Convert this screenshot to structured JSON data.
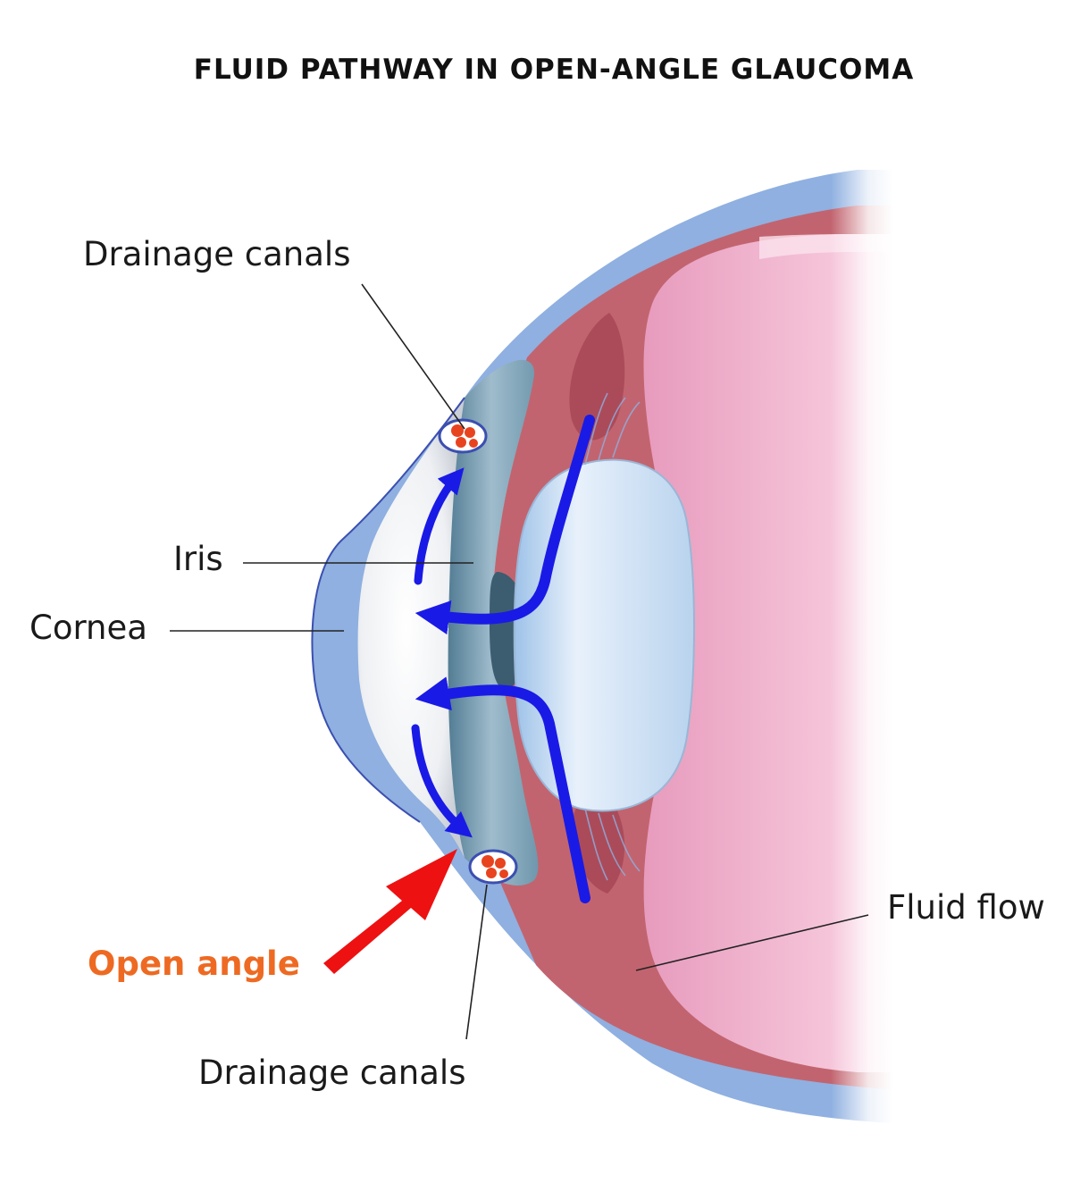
{
  "title": "FLUID PATHWAY IN OPEN-ANGLE GLAUCOMA",
  "labels": {
    "drainage_top": "Drainage canals",
    "iris": "Iris",
    "cornea": "Cornea",
    "open_angle": "Open angle",
    "fluid_flow": "Fluid flow",
    "drainage_bottom": "Drainage canals"
  },
  "colors": {
    "sclera": "#8fb0e0",
    "choroid": "#c2646f",
    "vitreous": "#f1b3cd",
    "lens": "#cfe0f3",
    "iris": "#6f97ad",
    "flow_arrows": "#1a1ae6",
    "open_angle_arrow": "#ee1111",
    "open_angle_text": "#ee6a22",
    "drainage_canal": "#e8431f"
  },
  "icons": [
    "eye-cross-section",
    "fluid-flow-arrows",
    "open-angle-arrow",
    "drainage-canal-icon"
  ]
}
